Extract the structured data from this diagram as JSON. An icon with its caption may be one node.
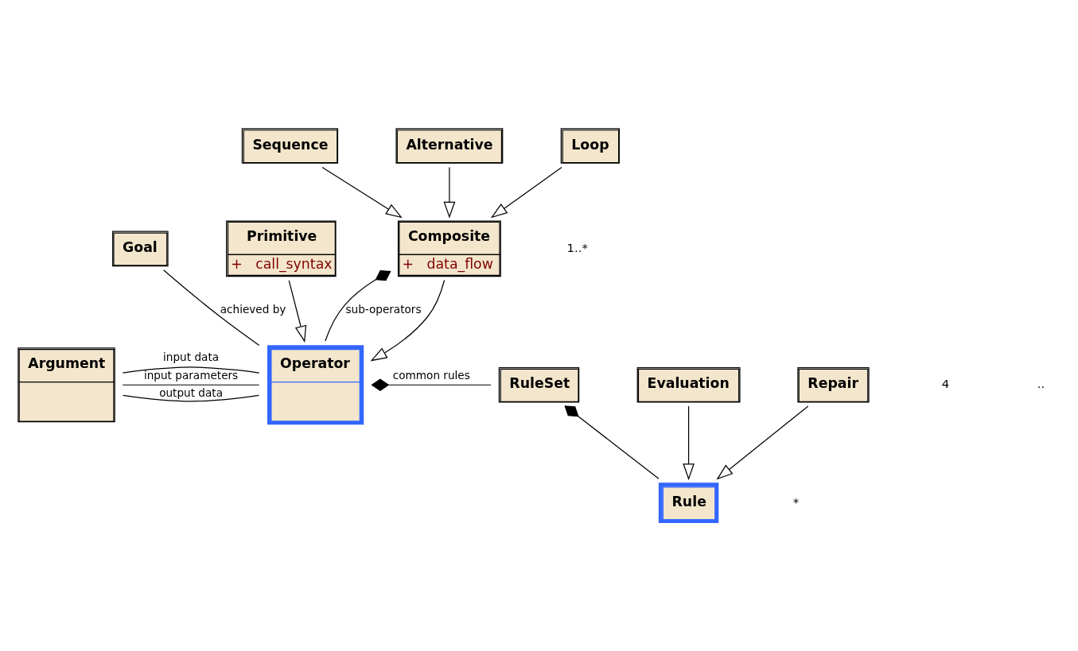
{
  "diagram": {
    "nodes": [
      {
        "text": [
          "Argument"
        ]
      },
      {
        "text": [
          "Operator"
        ]
      },
      {
        "text": [
          "RuleSet"
        ]
      },
      {
        "text": [
          "Goal"
        ]
      },
      {
        "text": [
          "Rule"
        ]
      },
      {
        "text": [
          "Primitive",
          "+   call_syntax"
        ]
      },
      {
        "text": [
          "Composite",
          "+   data_flow"
        ]
      },
      {
        "text": [
          "Evaluation"
        ]
      },
      {
        "text": [
          "Repair"
        ]
      },
      {
        "text": [
          "Sequence"
        ]
      },
      {
        "text": [
          "Alternative"
        ]
      },
      {
        "text": [
          "Loop"
        ]
      }
    ],
    "edges": [
      {
        "from": 0,
        "to": 1,
        "arrow": "none",
        "label": "input data"
      },
      {
        "from": 0,
        "to": 1,
        "arrow": "none",
        "label": "input parameters"
      },
      {
        "from": 0,
        "to": 1,
        "arrow": "none",
        "label": "output data"
      },
      {
        "from": 3,
        "to": 1,
        "arrow": "none",
        "label": "achieved by"
      },
      {
        "from": 1,
        "to": 2,
        "arrow": "other",
        "label": "common rules"
      },
      {
        "from": 6,
        "to": 1,
        "arrow": "other",
        "label": "sub-operators"
      },
      {
        "from": 2,
        "to": 4,
        "arrow": "other"
      },
      {
        "from": 5,
        "to": 1,
        "arrow": "to"
      },
      {
        "from": 6,
        "to": 1,
        "arrow": "to"
      },
      {
        "from": 7,
        "to": 4,
        "arrow": "to"
      },
      {
        "from": 8,
        "to": 4,
        "arrow": "to"
      },
      {
        "from": 9,
        "to": 6,
        "arrow": "to"
      },
      {
        "from": 10,
        "to": 6,
        "arrow": "to"
      },
      {
        "from": 11,
        "to": 6,
        "arrow": "to"
      }
    ],
    "labels": [
      "4",
      "1..*",
      "*",
      ".."
    ]
  }
}
